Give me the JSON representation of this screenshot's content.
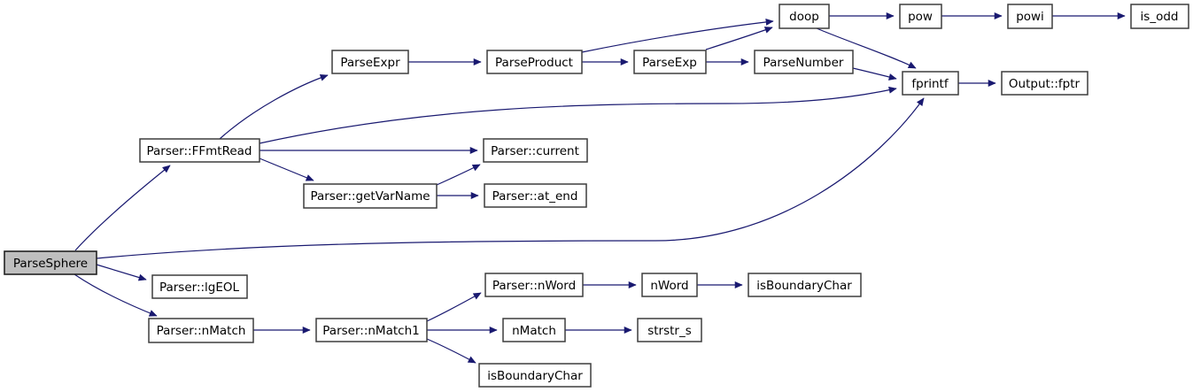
{
  "diagram": {
    "type": "call-graph",
    "colors": {
      "edge": "#191970",
      "node_fill": "#ffffff",
      "node_border": "#3d3d3d",
      "root_fill": "#bfbfbf",
      "text": "#000000",
      "background": "#ffffff"
    },
    "root": "ParseSphere",
    "nodes": [
      {
        "id": "ParseSphere",
        "label": "ParseSphere",
        "role": "root"
      },
      {
        "id": "Parser::FFmtRead",
        "label": "Parser::FFmtRead",
        "role": "node"
      },
      {
        "id": "ParseExpr",
        "label": "ParseExpr",
        "role": "node"
      },
      {
        "id": "ParseProduct",
        "label": "ParseProduct",
        "role": "node"
      },
      {
        "id": "ParseExp",
        "label": "ParseExp",
        "role": "node"
      },
      {
        "id": "ParseNumber",
        "label": "ParseNumber",
        "role": "node"
      },
      {
        "id": "doop",
        "label": "doop",
        "role": "node"
      },
      {
        "id": "pow",
        "label": "pow",
        "role": "node"
      },
      {
        "id": "powi",
        "label": "powi",
        "role": "node"
      },
      {
        "id": "is_odd",
        "label": "is_odd",
        "role": "node"
      },
      {
        "id": "fprintf",
        "label": "fprintf",
        "role": "node"
      },
      {
        "id": "Output::fptr",
        "label": "Output::fptr",
        "role": "node"
      },
      {
        "id": "Parser::current",
        "label": "Parser::current",
        "role": "node"
      },
      {
        "id": "Parser::getVarName",
        "label": "Parser::getVarName",
        "role": "node"
      },
      {
        "id": "Parser::at_end",
        "label": "Parser::at_end",
        "role": "node"
      },
      {
        "id": "Parser::lgEOL",
        "label": "Parser::lgEOL",
        "role": "node"
      },
      {
        "id": "Parser::nMatch",
        "label": "Parser::nMatch",
        "role": "node"
      },
      {
        "id": "Parser::nMatch1",
        "label": "Parser::nMatch1",
        "role": "node"
      },
      {
        "id": "Parser::nWord",
        "label": "Parser::nWord",
        "role": "node"
      },
      {
        "id": "nWord",
        "label": "nWord",
        "role": "node"
      },
      {
        "id": "isBoundaryChar",
        "label": "isBoundaryChar",
        "role": "node"
      },
      {
        "id": "nMatch",
        "label": "nMatch",
        "role": "node"
      },
      {
        "id": "strstr_s",
        "label": "strstr_s",
        "role": "node"
      },
      {
        "id": "isBoundaryChar_2",
        "label": "isBoundaryChar",
        "role": "node"
      }
    ],
    "edges": [
      {
        "from": "ParseSphere",
        "to": "Parser::FFmtRead"
      },
      {
        "from": "ParseSphere",
        "to": "fprintf"
      },
      {
        "from": "ParseSphere",
        "to": "Parser::lgEOL"
      },
      {
        "from": "ParseSphere",
        "to": "Parser::nMatch"
      },
      {
        "from": "Parser::FFmtRead",
        "to": "ParseExpr"
      },
      {
        "from": "Parser::FFmtRead",
        "to": "fprintf"
      },
      {
        "from": "Parser::FFmtRead",
        "to": "Parser::current"
      },
      {
        "from": "Parser::FFmtRead",
        "to": "Parser::getVarName"
      },
      {
        "from": "ParseExpr",
        "to": "ParseProduct"
      },
      {
        "from": "ParseProduct",
        "to": "ParseExp"
      },
      {
        "from": "ParseProduct",
        "to": "doop"
      },
      {
        "from": "ParseExp",
        "to": "doop"
      },
      {
        "from": "ParseExp",
        "to": "ParseNumber"
      },
      {
        "from": "ParseNumber",
        "to": "fprintf"
      },
      {
        "from": "doop",
        "to": "pow"
      },
      {
        "from": "doop",
        "to": "fprintf"
      },
      {
        "from": "pow",
        "to": "powi"
      },
      {
        "from": "powi",
        "to": "is_odd"
      },
      {
        "from": "fprintf",
        "to": "Output::fptr"
      },
      {
        "from": "Parser::getVarName",
        "to": "Parser::current"
      },
      {
        "from": "Parser::getVarName",
        "to": "Parser::at_end"
      },
      {
        "from": "Parser::nMatch",
        "to": "Parser::nMatch1"
      },
      {
        "from": "Parser::nMatch1",
        "to": "Parser::nWord"
      },
      {
        "from": "Parser::nMatch1",
        "to": "nMatch"
      },
      {
        "from": "Parser::nMatch1",
        "to": "isBoundaryChar_2"
      },
      {
        "from": "Parser::nWord",
        "to": "nWord"
      },
      {
        "from": "nWord",
        "to": "isBoundaryChar"
      },
      {
        "from": "nMatch",
        "to": "strstr_s"
      }
    ]
  }
}
